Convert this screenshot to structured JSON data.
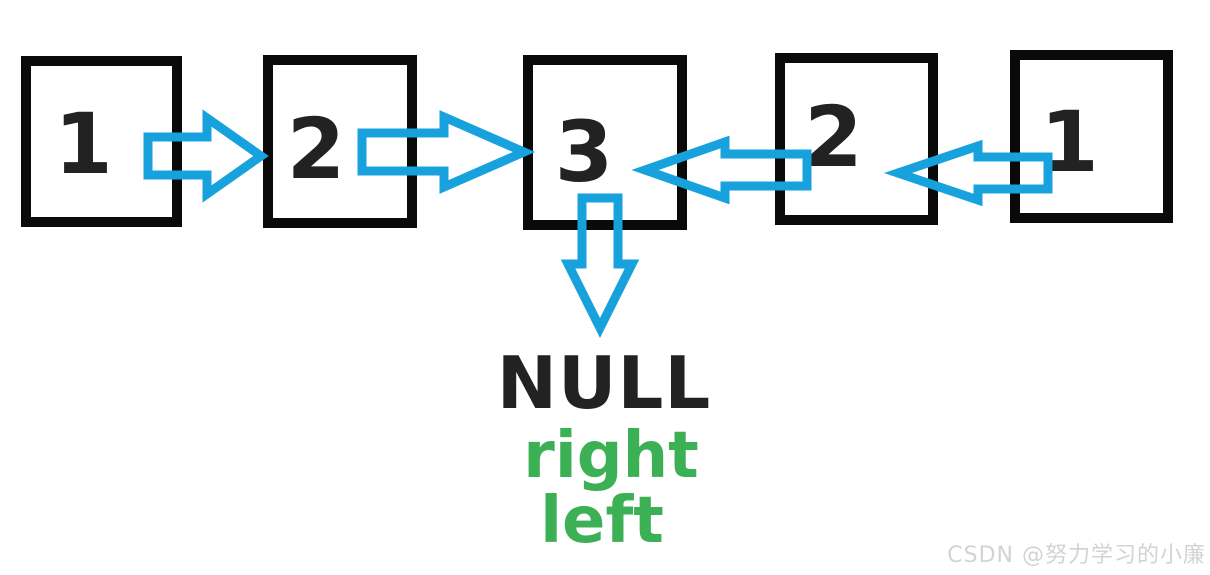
{
  "figure": {
    "title": "linked-list palindrome two-pointer diagram",
    "nodes": [
      {
        "value": "1"
      },
      {
        "value": "2"
      },
      {
        "value": "3"
      },
      {
        "value": "2"
      },
      {
        "value": "1"
      }
    ],
    "arrows": [
      {
        "name": "next-arrow-1-to-2",
        "direction": "right"
      },
      {
        "name": "next-arrow-2-to-3",
        "direction": "right"
      },
      {
        "name": "prev-arrow-4-to-3",
        "direction": "left"
      },
      {
        "name": "prev-arrow-5-to-4",
        "direction": "left"
      },
      {
        "name": "null-arrow-3-down",
        "direction": "down"
      }
    ],
    "labels": {
      "null_label": "NULL",
      "right_pointer": "right",
      "left_pointer": "left"
    }
  },
  "watermark": {
    "text": "CSDN @努力学习的小廉"
  },
  "colors": {
    "arrow_blue": "#17a2de",
    "pointer_green": "#3cb054",
    "box_border": "#0a0a0a",
    "text_dark": "#222222",
    "watermark_gray": "#d3d3d3"
  }
}
